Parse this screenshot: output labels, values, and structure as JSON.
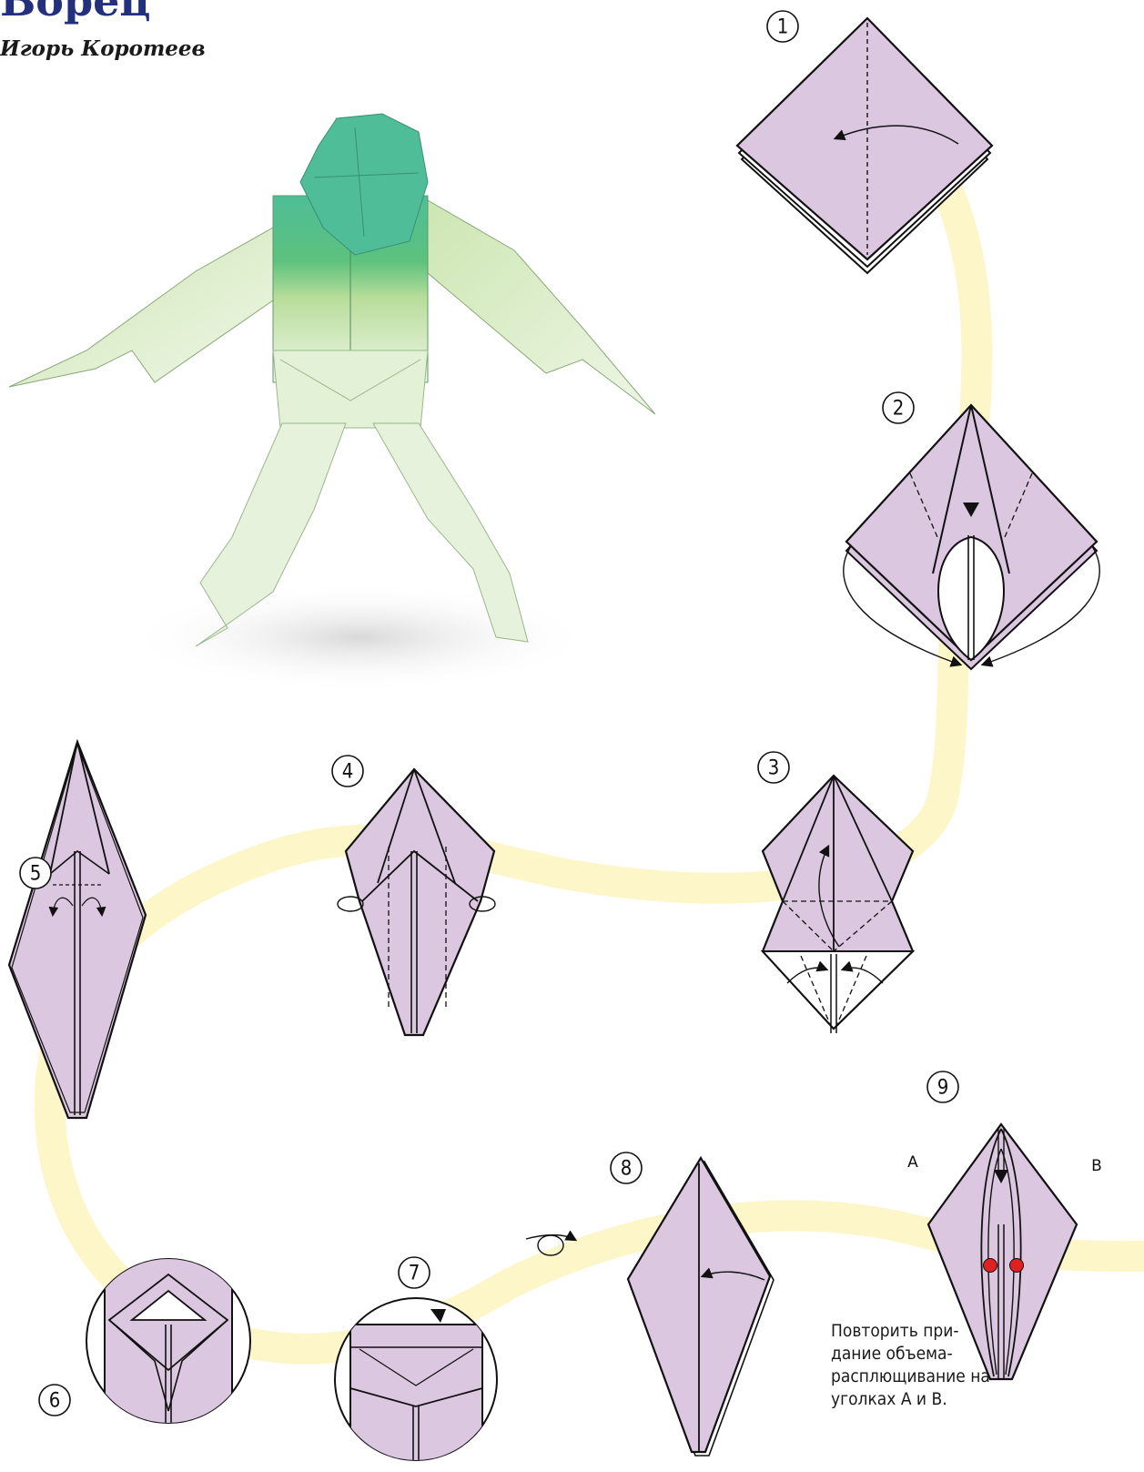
{
  "header": {
    "title": "Борец",
    "author": "Игорь Коротеев"
  },
  "steps": [
    "1",
    "2",
    "3",
    "4",
    "5",
    "6",
    "7",
    "8",
    "9"
  ],
  "corner_labels": {
    "a": "A",
    "b": "B"
  },
  "note_lines": [
    "Повторить при-",
    "дание объема-",
    "расплющивание на",
    "уголках A и B."
  ],
  "colors": {
    "paper": "#dcc7e0",
    "paper_back": "#ffffff",
    "line": "#111111",
    "path": "#fdf6c9",
    "title": "#23317d",
    "figure_head": "#4fbd98",
    "figure_body": "#9ed282",
    "figure_legs": "#dbedcf",
    "dot": "#e02121"
  },
  "icons": [
    "circle-arrow-icon",
    "turn-over-icon",
    "push-arrow-icon",
    "dashed-fold-line",
    "valley-fold-arrow"
  ]
}
